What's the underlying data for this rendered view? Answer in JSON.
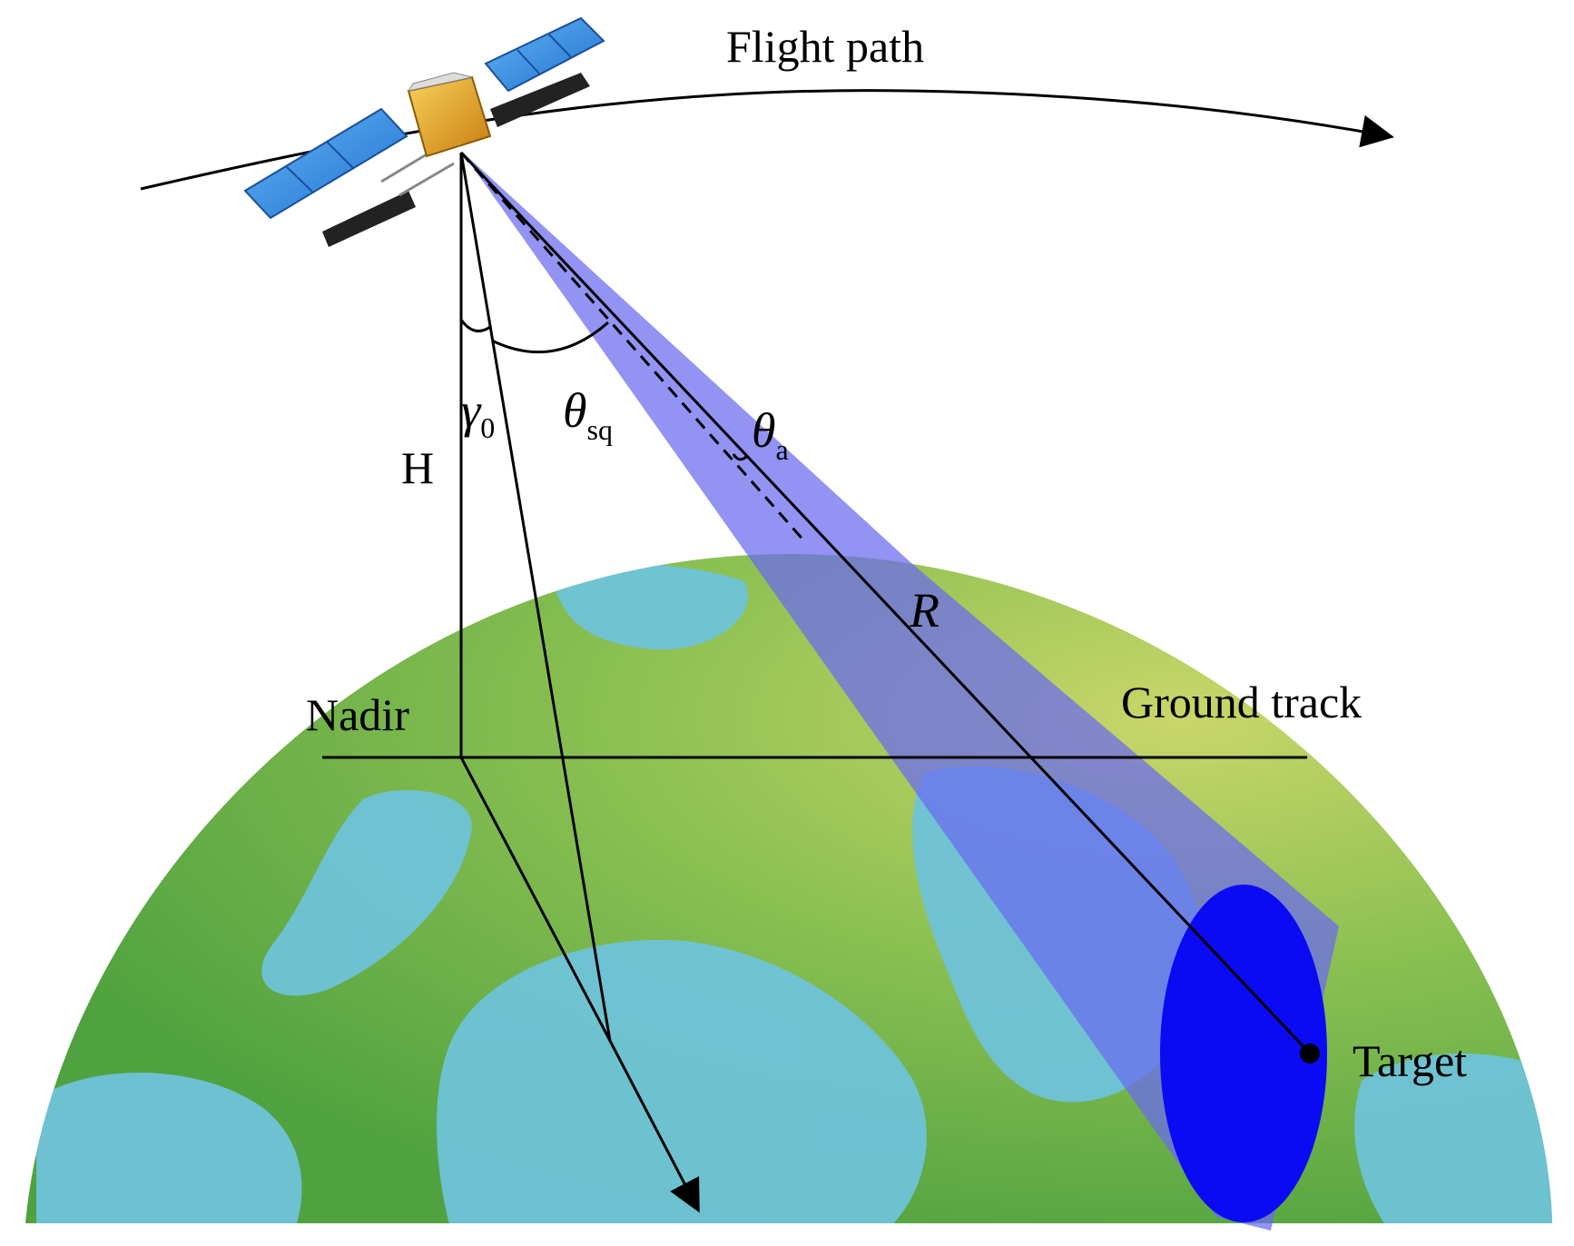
{
  "diagram": {
    "labels": {
      "flight_path": "Flight path",
      "height": "H",
      "nadir": "Nadir",
      "ground_track": "Ground track",
      "range": "R",
      "target": "Target"
    },
    "angles": {
      "look_angle": {
        "symbol": "γ",
        "subscript": "0"
      },
      "squint_angle": {
        "symbol": "θ",
        "subscript": "sq"
      },
      "beam_angle": {
        "symbol": "θ",
        "subscript": "a"
      }
    },
    "colors": {
      "sky": "#ffffff",
      "land": "#5fae45",
      "land_highlight": "#c9d66a",
      "ocean": "#6fc3d8",
      "beam": "#6a6af0",
      "footprint": "#0a0af5",
      "solar_panel": "#3b8fe0",
      "satellite_body": "#e5a11f",
      "lines": "#000000"
    },
    "icons": {
      "satellite": "satellite-icon",
      "earth": "earth-globe"
    }
  }
}
